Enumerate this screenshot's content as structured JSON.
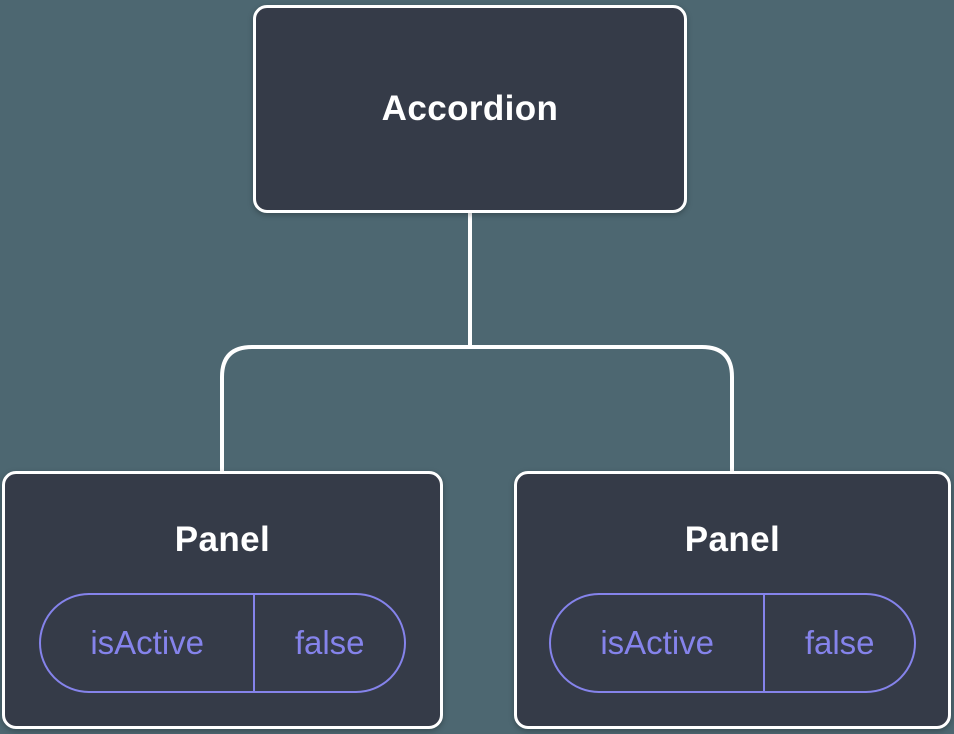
{
  "diagram": {
    "root": {
      "label": "Accordion"
    },
    "children": [
      {
        "label": "Panel",
        "prop": {
          "name": "isActive",
          "value": "false"
        }
      },
      {
        "label": "Panel",
        "prop": {
          "name": "isActive",
          "value": "false"
        }
      }
    ]
  },
  "colors": {
    "background": "#4D6771",
    "node_fill": "#353B48",
    "node_border": "#FFFFFF",
    "node_text": "#FFFFFF",
    "connector": "#FFFFFF",
    "accent": "#8583EB"
  }
}
